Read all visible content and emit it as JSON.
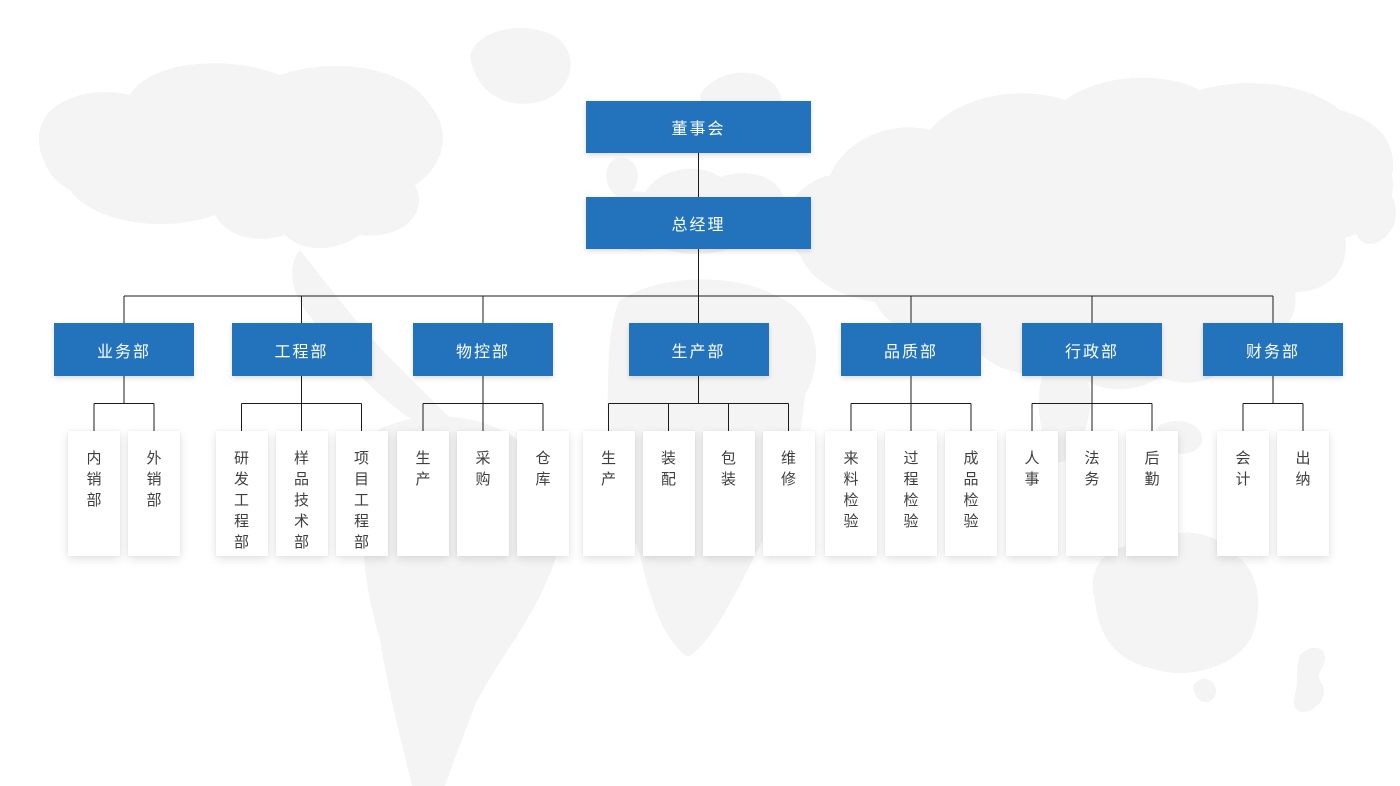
{
  "colors": {
    "primary_blue": "#2273BC",
    "node_text": "#ffffff",
    "leaf_text": "#3f3f3f",
    "connector": "#1c1c1c",
    "map_gray": "#f4f4f4"
  },
  "org_chart": {
    "root": {
      "label": "董事会"
    },
    "general_manager": {
      "label": "总经理"
    },
    "departments": [
      {
        "label": "业务部",
        "children": [
          "内销部",
          "外销部"
        ]
      },
      {
        "label": "工程部",
        "children": [
          "研发工程部",
          "样品技术部",
          "项目工程部"
        ]
      },
      {
        "label": "物控部",
        "children": [
          "生产",
          "采购",
          "仓库"
        ]
      },
      {
        "label": "生产部",
        "children": [
          "生产",
          "装配",
          "包装",
          "维修"
        ]
      },
      {
        "label": "品质部",
        "children": [
          "来料检验",
          "过程检验",
          "成品检验"
        ]
      },
      {
        "label": "行政部",
        "children": [
          "人事",
          "法务",
          "后勤"
        ]
      },
      {
        "label": "财务部",
        "children": [
          "会计",
          "出纳"
        ]
      }
    ]
  }
}
